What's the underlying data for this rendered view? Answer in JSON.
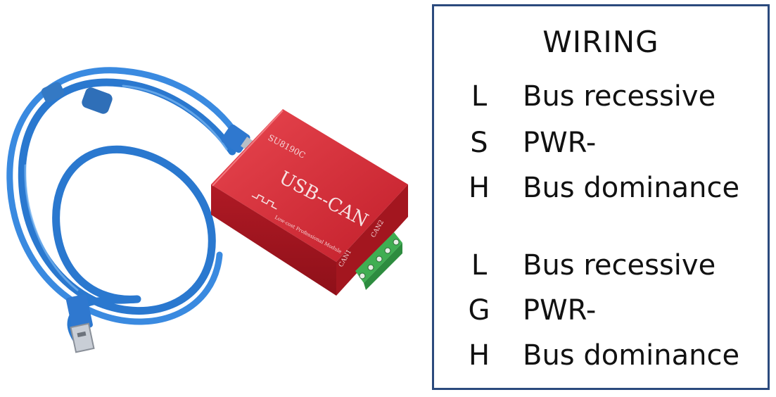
{
  "device": {
    "model": "SU8190C",
    "name": "USB--CAN",
    "tagline": "Low-cost Professional Module",
    "port1": "CAN1",
    "port2": "CAN2",
    "body_color": "#d02a35",
    "cable_color": "#2f7fd6",
    "terminal_color": "#3fae52"
  },
  "wiring": {
    "title": "WIRING",
    "border_color": "#2b4a7d",
    "pins": [
      {
        "letter": "L",
        "desc": "Bus recessive"
      },
      {
        "letter": "S",
        "desc": "PWR-"
      },
      {
        "letter": "H",
        "desc": "Bus dominance"
      },
      {
        "letter": "L",
        "desc": "Bus recessive"
      },
      {
        "letter": "G",
        "desc": "PWR-"
      },
      {
        "letter": "H",
        "desc": "Bus dominance"
      }
    ]
  }
}
